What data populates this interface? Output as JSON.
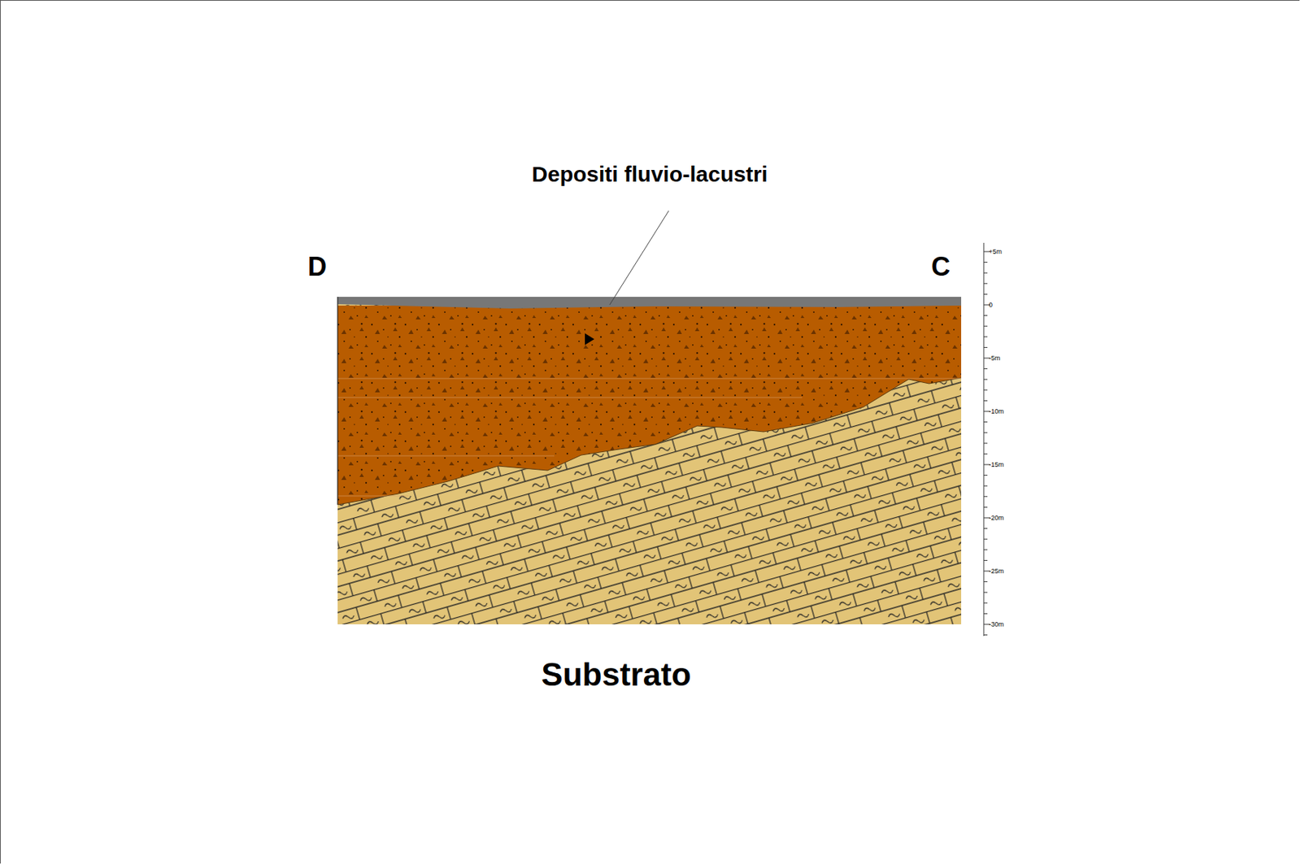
{
  "diagram": {
    "labels": [
      "Depositi fluvio-lacustri",
      "D",
      "C",
      "+5m",
      "0",
      "-5m",
      "-10m",
      "-15m",
      "-20m",
      "-25m",
      "-30m",
      "Substrato"
    ]
  }
}
